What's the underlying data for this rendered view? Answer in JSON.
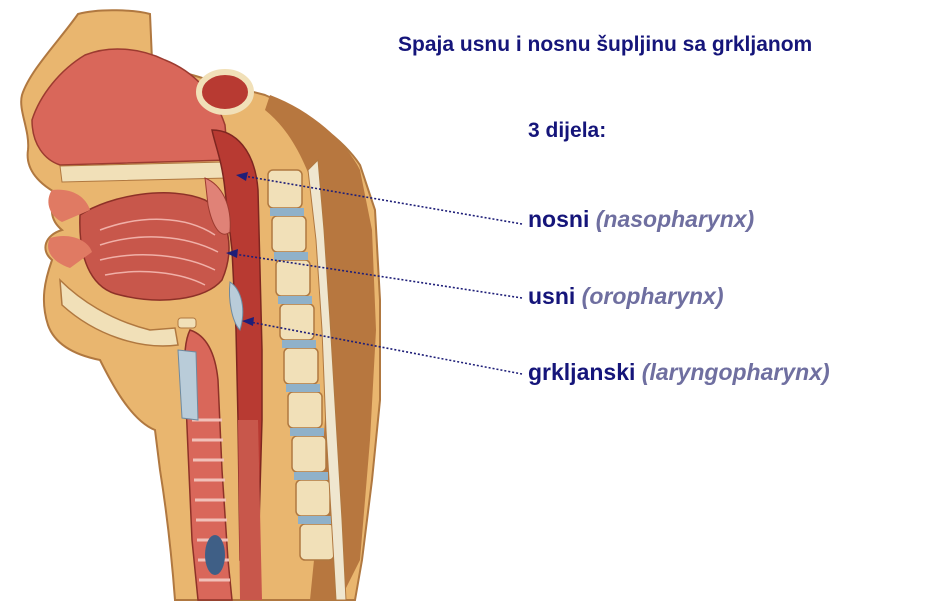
{
  "slide": {
    "title": "Spaja usnu i nosnu šupljinu sa grkljanom",
    "subtitle": "3 dijela:",
    "labels": [
      {
        "term": "nosni",
        "latin": "(nasopharynx)"
      },
      {
        "term": "usni",
        "latin": "(oropharynx)"
      },
      {
        "term": "grkljanski",
        "latin": "(laryngopharynx)"
      }
    ]
  },
  "colors": {
    "heading": "#15157a",
    "latin": "#6f6fa0",
    "leader_line": "#1e1e78",
    "tissue_muscle": "#d9675a",
    "tissue_cartilage": "#b9ccd9",
    "bone": "#f1e0b8",
    "skin": "#e9b66f"
  }
}
